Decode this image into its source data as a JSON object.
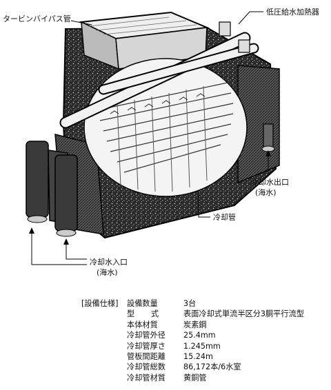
{
  "labels": {
    "turbine_bypass": "タービンバイパス管",
    "lp_heater": "低圧給水加熱器",
    "cw_outlet": "冷却水出口",
    "cw_outlet_sub": "(海水)",
    "cooling_tube": "冷却管",
    "cw_inlet": "冷却水入口",
    "cw_inlet_sub": "(海水)"
  },
  "spec": {
    "heading": "[設備仕様]",
    "rows": [
      {
        "key": "設備数量",
        "value": "3台"
      },
      {
        "key": "型 式",
        "value": "表面冷却式単流半区分3胴平行流型"
      },
      {
        "key": "本体材質",
        "value": "炭素鋼"
      },
      {
        "key": "冷却管外径",
        "value": "25.4mm"
      },
      {
        "key": "冷却管厚さ",
        "value": "1.245mm"
      },
      {
        "key": "管板間距離",
        "value": "15.24m"
      },
      {
        "key": "冷却管総数",
        "value": "86,172本/6水室"
      },
      {
        "key": "冷却管材質",
        "value": "黄銅管"
      }
    ]
  }
}
